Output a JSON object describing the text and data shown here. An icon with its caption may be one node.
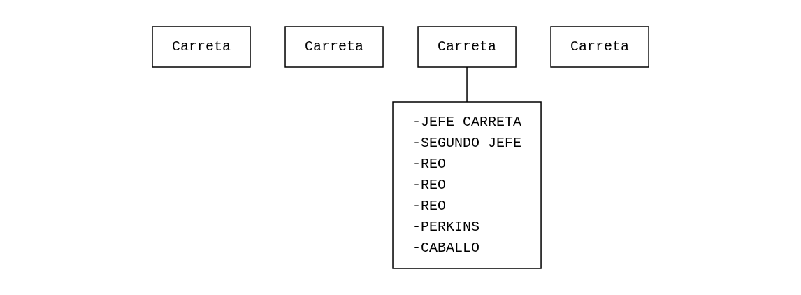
{
  "diagram": {
    "nodes": [
      {
        "text": [
          "Carreta"
        ]
      },
      {
        "text": [
          "Carreta"
        ]
      },
      {
        "text": [
          "Carreta"
        ]
      },
      {
        "text": [
          "Carreta"
        ]
      },
      {
        "text": [
          "-JEFE CARRETA",
          "-SEGUNDO JEFE",
          "-REO",
          "-REO",
          "-REO",
          "-PERKINS",
          "-CABALLO"
        ]
      }
    ],
    "edges": [
      {
        "from": 2,
        "to": 4,
        "arrow": "none"
      }
    ]
  }
}
